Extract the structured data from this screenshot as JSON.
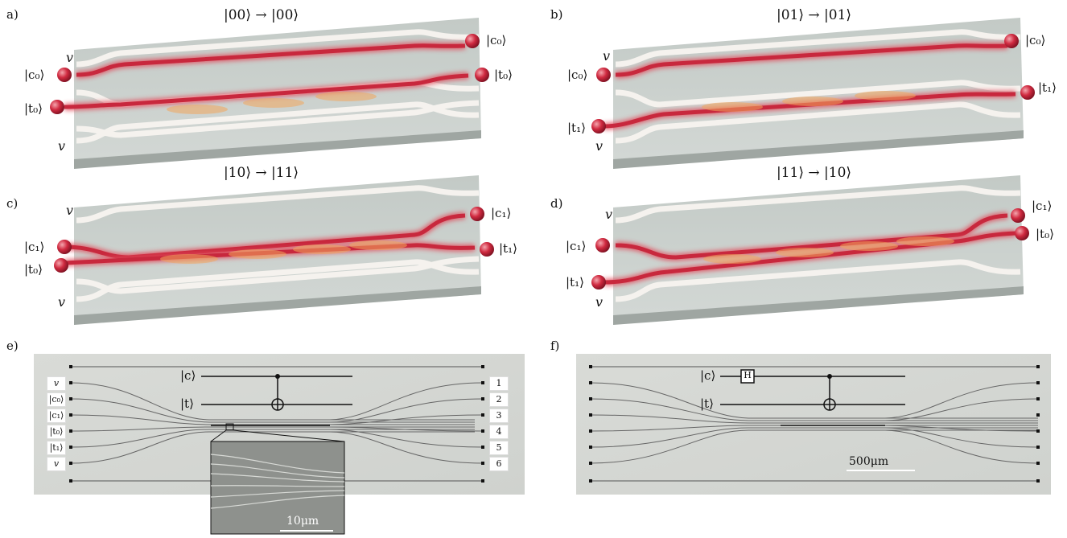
{
  "panels": {
    "a": {
      "letter": "a)",
      "title": "|00⟩ → |00⟩",
      "left_top": "|c₀⟩",
      "left_bottom": "|t₀⟩",
      "right_top": "|c₀⟩",
      "right_bottom": "|t₀⟩",
      "v_top": "v",
      "v_bottom": "v"
    },
    "b": {
      "letter": "b)",
      "title": "|01⟩ → |01⟩",
      "left_top": "|c₀⟩",
      "left_bottom": "|t₁⟩",
      "right_top": "|c₀⟩",
      "right_bottom": "|t₁⟩",
      "v_top": "v",
      "v_bottom": "v"
    },
    "c": {
      "letter": "c)",
      "title": "|10⟩ → |11⟩",
      "left_top": "|c₁⟩",
      "left_bottom": "|t₀⟩",
      "right_top": "|c₁⟩",
      "right_bottom": "|t₁⟩",
      "v_top": "v",
      "v_bottom": "v"
    },
    "d": {
      "letter": "d)",
      "title": "|11⟩ → |10⟩",
      "left_top": "|c₁⟩",
      "left_bottom": "|t₁⟩",
      "right_top": "|c₁⟩",
      "right_bottom": "|t₀⟩",
      "v_top": "v",
      "v_bottom": "v"
    },
    "e": {
      "letter": "e)",
      "circuit_c": "|c⟩",
      "circuit_t": "|t⟩",
      "inputs": [
        "v",
        "|c₀⟩",
        "|c₁⟩",
        "|t₀⟩",
        "|t₁⟩",
        "v"
      ],
      "outputs": [
        "1",
        "2",
        "3",
        "4",
        "5",
        "6"
      ],
      "inset_scale": "10μm"
    },
    "f": {
      "letter": "f)",
      "circuit_c": "|c⟩",
      "circuit_t": "|t⟩",
      "gate": "H",
      "scale": "500μm"
    }
  },
  "colors": {
    "chip": "#c9cfcb",
    "chip_side": "#9fa6a2",
    "guide_glow": "#d8223a",
    "photon": "#c8283d",
    "micro_bg": "#d4d6d2"
  }
}
